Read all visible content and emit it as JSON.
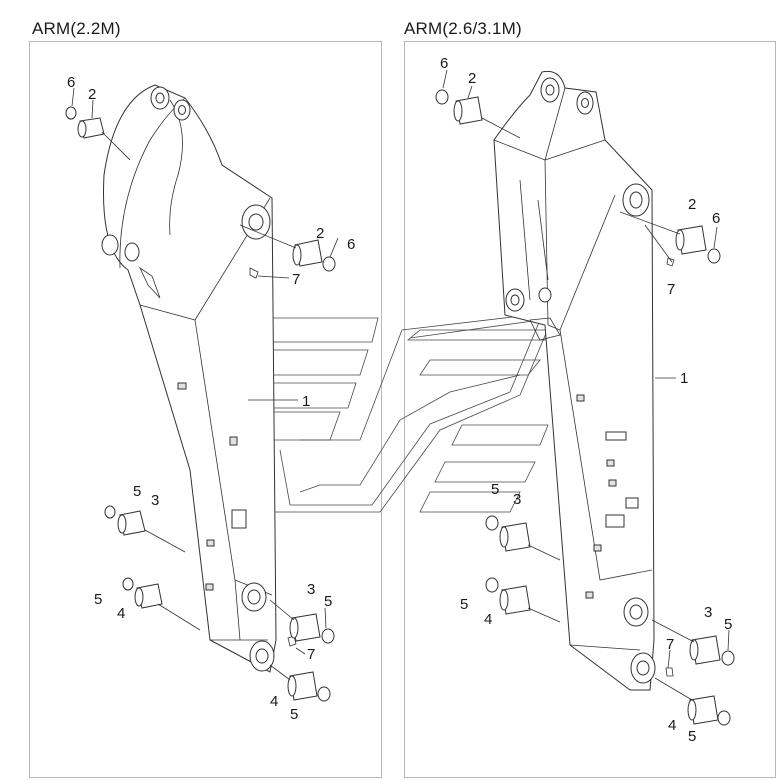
{
  "panels": {
    "left": {
      "title": "ARM(2.2M)"
    },
    "right": {
      "title": "ARM(2.6/3.1M)"
    }
  },
  "callouts": {
    "left": [
      "6",
      "2",
      "2",
      "6",
      "7",
      "1",
      "5",
      "3",
      "5",
      "4",
      "3",
      "5",
      "7",
      "4",
      "5"
    ],
    "right": [
      "6",
      "2",
      "2",
      "6",
      "7",
      "1",
      "5",
      "3",
      "5",
      "4",
      "3",
      "5",
      "7",
      "4",
      "5"
    ]
  }
}
